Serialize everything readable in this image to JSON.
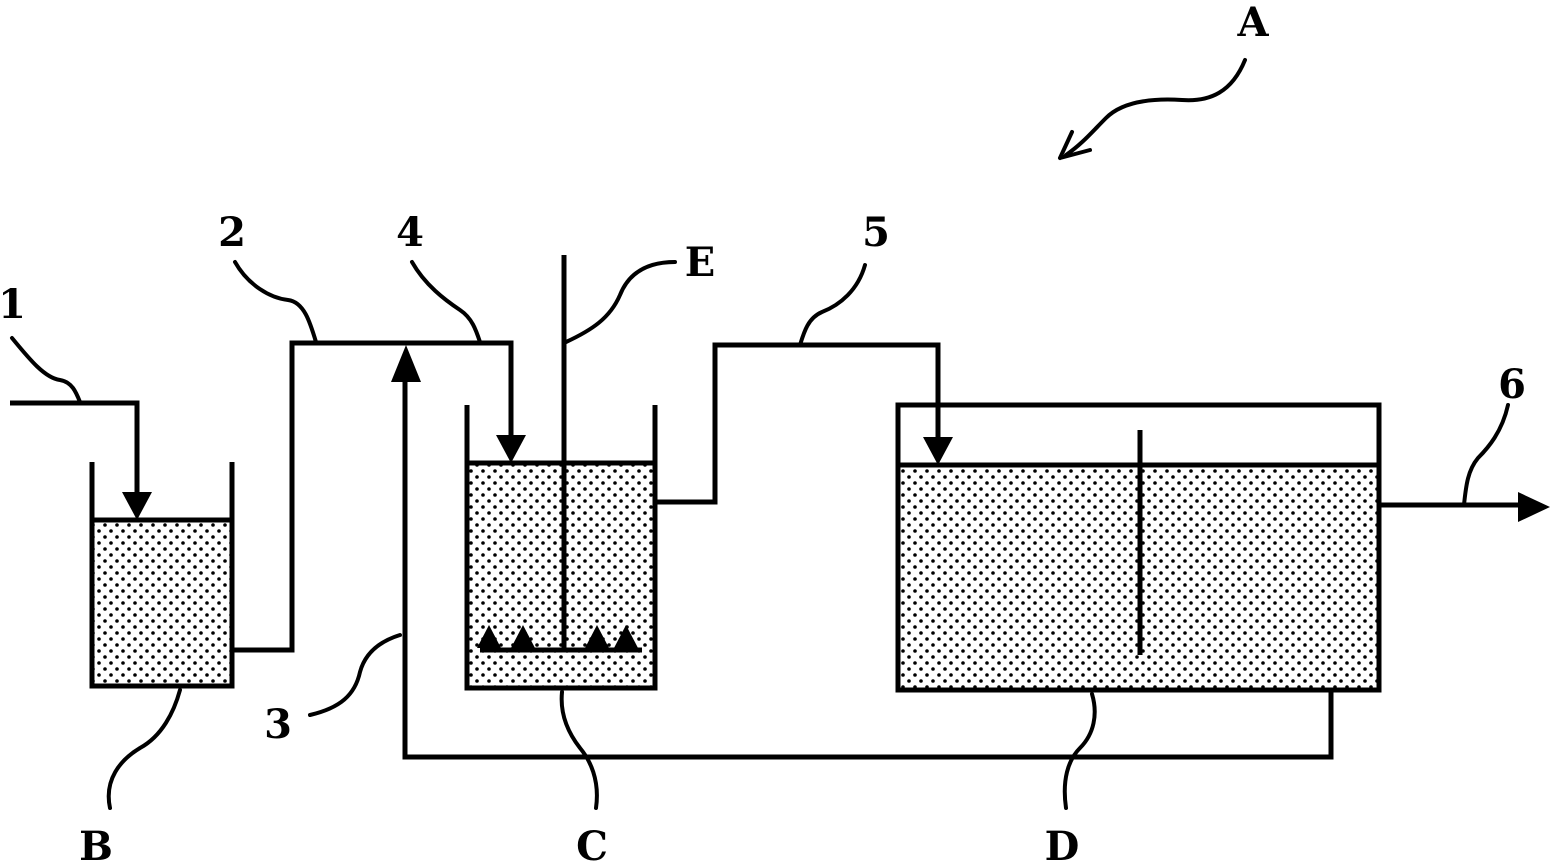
{
  "labels": {
    "assembly": "A",
    "tank_b": "B",
    "tank_c": "C",
    "tank_d": "D",
    "stirrer_e": "E",
    "stream_1": "1",
    "stream_2": "2",
    "stream_3": "3",
    "stream_4": "4",
    "stream_5": "5",
    "stream_6": "6"
  },
  "colors": {
    "ink": "#000000",
    "background": "#ffffff",
    "fill_dots": "#000000"
  }
}
